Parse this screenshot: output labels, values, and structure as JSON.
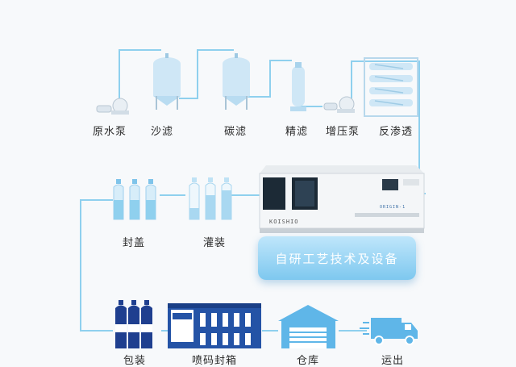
{
  "steps_top": [
    {
      "label": "原水泵"
    },
    {
      "label": "沙滤"
    },
    {
      "label": "碳滤"
    },
    {
      "label": "精滤"
    },
    {
      "label": "增压泵"
    },
    {
      "label": "反渗透"
    }
  ],
  "steps_mid": [
    {
      "label": "封盖"
    },
    {
      "label": "灌装"
    }
  ],
  "steps_bottom": [
    {
      "label": "包装"
    },
    {
      "label": "喷码封箱"
    },
    {
      "label": "仓库"
    },
    {
      "label": "运出"
    }
  ],
  "center_badge": "自研工艺技术及设备",
  "machine": {
    "brand": "KOISHIO",
    "model": "ORIGIN-1"
  },
  "colors": {
    "pipe": "#8fd0ee",
    "tank": "#cfe7f6",
    "icon": "#5fb6e8",
    "bottle_dark": "#1f3f8f"
  }
}
